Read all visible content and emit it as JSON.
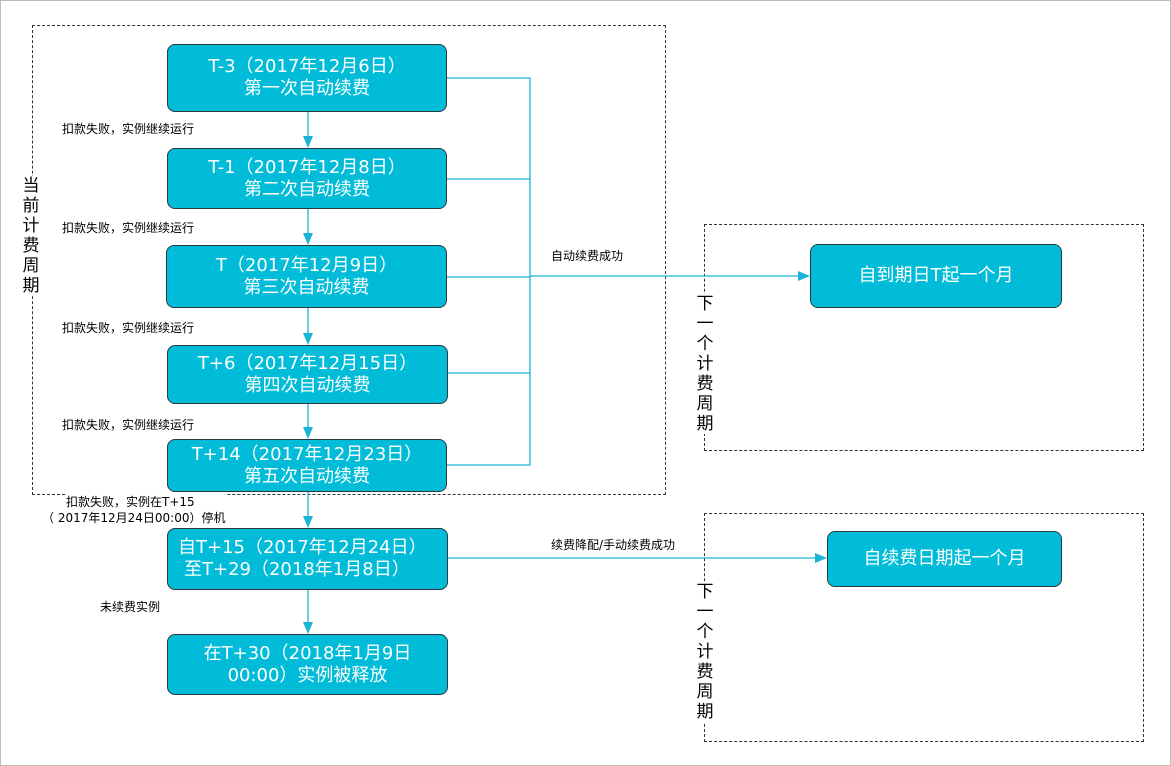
{
  "regions": {
    "current_period": {
      "label": "当前计费周期"
    },
    "next_period_1": {
      "label": "下一个计费周期"
    },
    "next_period_2": {
      "label": "下一个计费周期"
    }
  },
  "steps": [
    {
      "line1": "T-3（2017年12月6日）",
      "line2": "第一次自动续费"
    },
    {
      "line1": "T-1（2017年12月8日）",
      "line2": "第二次自动续费"
    },
    {
      "line1": "T（2017年12月9日）",
      "line2": "第三次自动续费"
    },
    {
      "line1": "T+6（2017年12月15日）",
      "line2": "第四次自动续费"
    },
    {
      "line1": "T+14（2017年12月23日）",
      "line2": "第五次自动续费"
    },
    {
      "line1": "自T+15（2017年12月24日）",
      "line2": "至T+29（2018年1月8日）"
    },
    {
      "line1": "在T+30（2018年1月9日",
      "line2": "00:00）实例被释放"
    }
  ],
  "transitions": [
    {
      "text": "扣款失败，实例继续运行"
    },
    {
      "text": "扣款失败，实例继续运行"
    },
    {
      "text": "扣款失败，实例继续运行"
    },
    {
      "text": "扣款失败，实例继续运行"
    },
    {
      "line1": "扣款失败，实例在T+15",
      "line2": "（ 2017年12月24日00:00）停机"
    },
    {
      "text": "未续费实例"
    }
  ],
  "outcomes": {
    "auto_success": {
      "edge_label": "自动续费成功",
      "box": "自到期日T起一个月"
    },
    "manual_success": {
      "edge_label": "续费降配/手动续费成功",
      "box": "自续费日期起一个月"
    }
  },
  "colors": {
    "box_fill": "#00bcd8",
    "arrow": "#1ab4d6",
    "box_border": "#2a3a40"
  }
}
